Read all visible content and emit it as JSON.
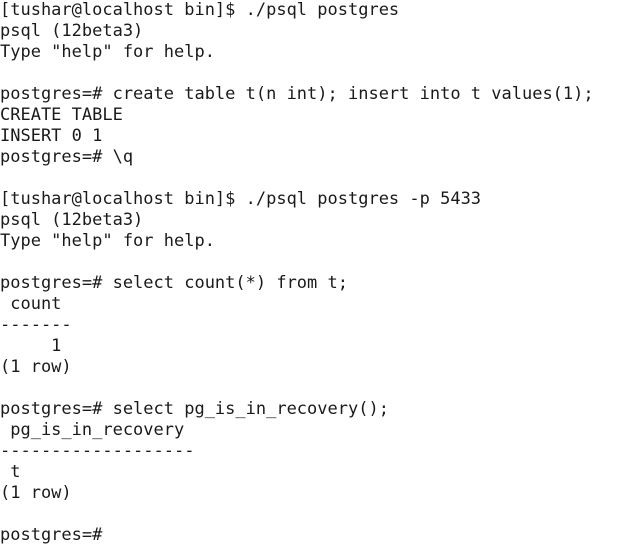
{
  "terminal": {
    "lines": [
      "[tushar@localhost bin]$ ./psql postgres",
      "psql (12beta3)",
      "Type \"help\" for help.",
      "",
      "postgres=# create table t(n int); insert into t values(1);",
      "CREATE TABLE",
      "INSERT 0 1",
      "postgres=# \\q",
      "",
      "[tushar@localhost bin]$ ./psql postgres -p 5433",
      "psql (12beta3)",
      "Type \"help\" for help.",
      "",
      "postgres=# select count(*) from t;",
      " count",
      "-------",
      "     1",
      "(1 row)",
      "",
      "postgres=# select pg_is_in_recovery();",
      " pg_is_in_recovery",
      "-------------------",
      " t",
      "(1 row)",
      "",
      "postgres=#"
    ]
  }
}
